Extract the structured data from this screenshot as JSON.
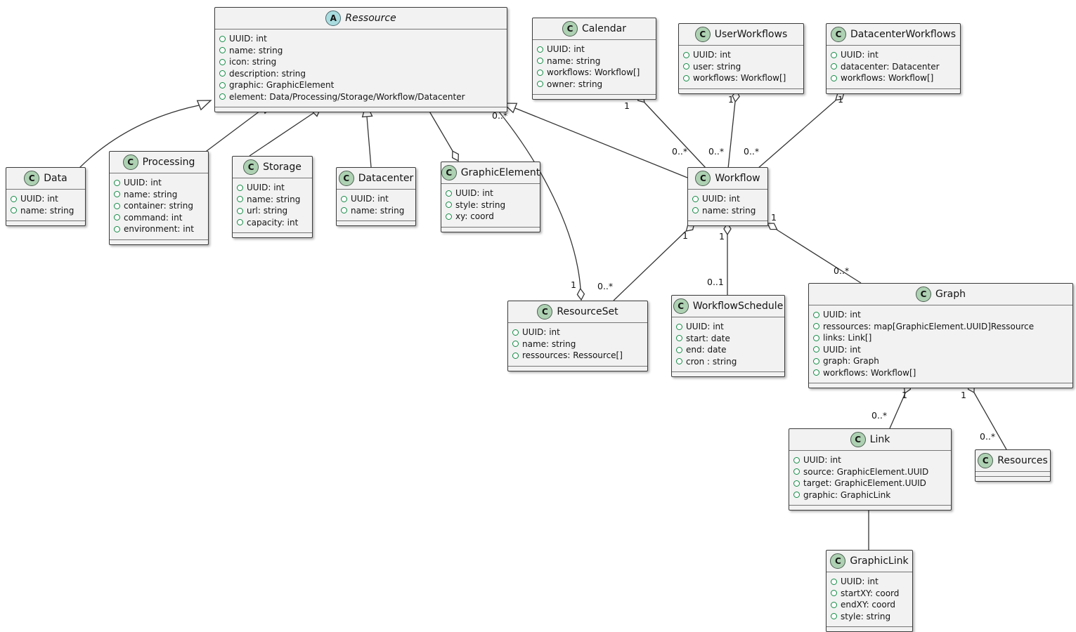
{
  "diagram_type": "uml-class-diagram",
  "colors": {
    "background": "#FFFFFF",
    "class_fill": "#F2F2F2",
    "border": "#3B3B3B",
    "class_icon_fill": "#ADD1B2",
    "abstract_icon_fill": "#A9DCDF",
    "field_icon_green": "#128A44",
    "line": "#343434"
  },
  "icons": {
    "class_letter": "C",
    "abstract_letter": "A"
  },
  "classes": {
    "ressource": {
      "name": "Ressource",
      "kind": "abstract",
      "attrs": [
        "UUID: int",
        "name: string",
        "icon: string",
        "description: string",
        "graphic: GraphicElement",
        "element: Data/Processing/Storage/Workflow/Datacenter"
      ]
    },
    "calendar": {
      "name": "Calendar",
      "kind": "class",
      "attrs": [
        "UUID: int",
        "name: string",
        "workflows: Workflow[]",
        "owner: string"
      ]
    },
    "user_workflows": {
      "name": "UserWorkflows",
      "kind": "class",
      "attrs": [
        "UUID: int",
        "user: string",
        "workflows: Workflow[]"
      ]
    },
    "datacenter_workflows": {
      "name": "DatacenterWorkflows",
      "kind": "class",
      "attrs": [
        "UUID: int",
        "datacenter: Datacenter",
        "workflows: Workflow[]"
      ]
    },
    "data": {
      "name": "Data",
      "kind": "class",
      "attrs": [
        "UUID: int",
        "name: string"
      ]
    },
    "processing": {
      "name": "Processing",
      "kind": "class",
      "attrs": [
        "UUID: int",
        "name: string",
        "container: string",
        "command: int",
        "environment: int"
      ]
    },
    "storage": {
      "name": "Storage",
      "kind": "class",
      "attrs": [
        "UUID: int",
        "name: string",
        "url: string",
        "capacity: int"
      ]
    },
    "datacenter": {
      "name": "Datacenter",
      "kind": "class",
      "attrs": [
        "UUID: int",
        "name: string"
      ]
    },
    "graphic_element": {
      "name": "GraphicElement",
      "kind": "class",
      "attrs": [
        "UUID: int",
        "style: string",
        "xy: coord"
      ]
    },
    "workflow": {
      "name": "Workflow",
      "kind": "class",
      "attrs": [
        "UUID: int",
        "name: string"
      ]
    },
    "resource_set": {
      "name": "ResourceSet",
      "kind": "class",
      "attrs": [
        "UUID: int",
        "name: string",
        "ressources: Ressource[]"
      ]
    },
    "workflow_schedule": {
      "name": "WorkflowSchedule",
      "kind": "class",
      "attrs": [
        "UUID: int",
        "start: date",
        "end: date",
        "cron : string"
      ]
    },
    "graph": {
      "name": "Graph",
      "kind": "class",
      "attrs": [
        "UUID: int",
        "ressources: map[GraphicElement.UUID]Ressource",
        "links: Link[]",
        "UUID: int",
        "graph: Graph",
        "workflows: Workflow[]"
      ]
    },
    "link": {
      "name": "Link",
      "kind": "class",
      "attrs": [
        "UUID: int",
        "source: GraphicElement.UUID",
        "target: GraphicElement.UUID",
        "graphic: GraphicLink"
      ]
    },
    "resources": {
      "name": "Resources",
      "kind": "class",
      "attrs": []
    },
    "graphic_link": {
      "name": "GraphicLink",
      "kind": "class",
      "attrs": [
        "UUID: int",
        "startXY: coord",
        "endXY: coord",
        "style: string"
      ]
    }
  },
  "multiplicities": {
    "calendar_workflow": {
      "whole": "1",
      "part": "0..*"
    },
    "userworkflows_workflow": {
      "whole": "1",
      "part": "0..*"
    },
    "datacenterworkflows_workflow": {
      "whole": "1",
      "part": "0..*"
    },
    "resourceset_ressource": {
      "whole": "1",
      "part": "0..*"
    },
    "workflow_resourceset": {
      "whole": "1",
      "part": "0..*"
    },
    "workflow_workflowschedule": {
      "whole": "1",
      "part": "0..1"
    },
    "workflow_graph": {
      "whole": "1",
      "part": "0..*"
    },
    "graph_link": {
      "whole": "1",
      "part": "0..*"
    },
    "graph_resources": {
      "whole": "1",
      "part": "0..*"
    }
  }
}
